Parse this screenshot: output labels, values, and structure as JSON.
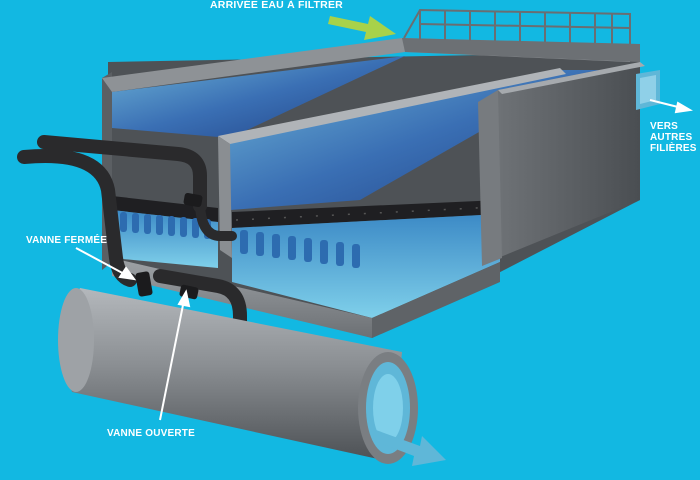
{
  "labels": {
    "inlet": "ARRIVÉE EAU À FILTRER",
    "other_lines": [
      "VERS",
      "AUTRES",
      "FILIÈRES"
    ],
    "valve_closed": "VANNE FERMÉE",
    "valve_open": "VANNE OUVERTE"
  },
  "colors": {
    "background": "#12b8e2",
    "concrete_dark": "#55595d",
    "concrete_mid": "#7d8185",
    "concrete_light": "#a3a7ab",
    "water_blue": "#2c5fa5",
    "water_light": "#6ec6e3",
    "filter_bed": "#1f1f22",
    "pipe": "#2a2a2c",
    "arrow_green": "#a8d24a",
    "arrow_white": "#ffffff",
    "outflow": "#5fb7d8"
  },
  "icons": {
    "inlet_arrow": "green-arrow-icon",
    "outflow_arrow": "blue-arrow-icon",
    "valve": "valve-icon"
  }
}
